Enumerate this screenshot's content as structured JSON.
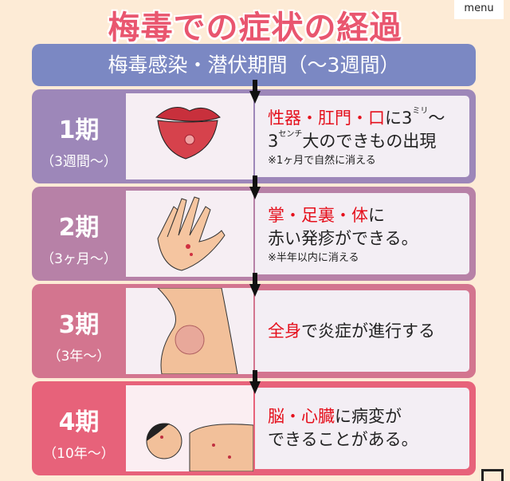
{
  "title": "梅毒での症状の経過",
  "menu_label": "menu",
  "header": "梅毒感染・潜伏期間（〜3週間）",
  "stages": [
    {
      "name": "1期",
      "period": "（3週間〜）",
      "line1_red": "性器・肛門・口",
      "line1_a": "に3",
      "line1_unit": "ミリ",
      "line1_b": "〜",
      "line2_a": "3",
      "line2_unit": "センチ",
      "line2_b": "大のできもの出現",
      "note": "※1ヶ月で自然に消える",
      "color": "#9d87b9"
    },
    {
      "name": "2期",
      "period": "（3ヶ月〜）",
      "line1_red": "掌・足裏・体",
      "line1_a": "に",
      "line2_a": "赤い発疹ができる。",
      "note": "※半年以内に消える",
      "color": "#b781a7"
    },
    {
      "name": "3期",
      "period": "（3年〜）",
      "line1_red": "全身",
      "line1_a": "で炎症が進行する",
      "color": "#d3758f"
    },
    {
      "name": "4期",
      "period": "（10年〜）",
      "line1_red": "脳・心臓",
      "line1_a": "に病変が",
      "line2_a": "できることがある。",
      "color": "#e7627a"
    }
  ]
}
